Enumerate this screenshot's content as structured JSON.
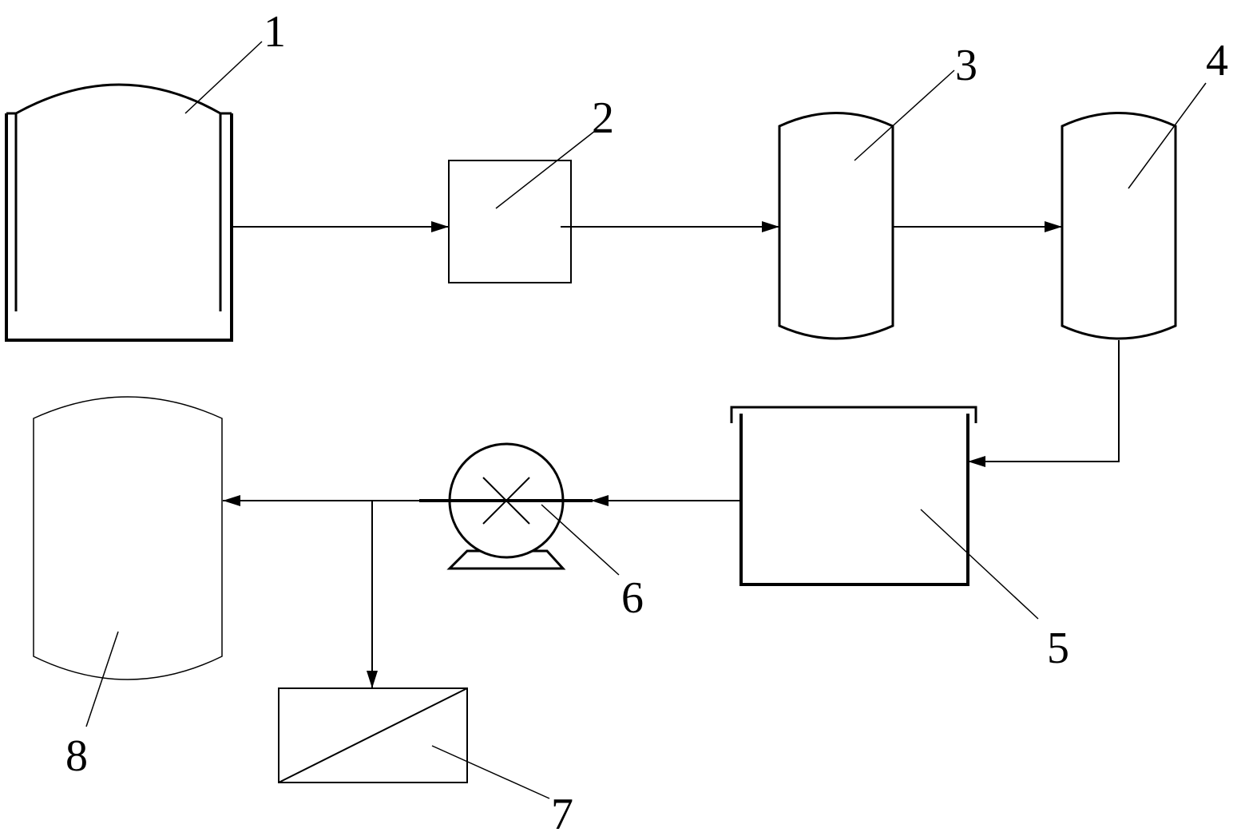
{
  "labels": {
    "n1": "1",
    "n2": "2",
    "n3": "3",
    "n4": "4",
    "n5": "5",
    "n6": "6",
    "n7": "7",
    "n8": "8"
  },
  "colors": {
    "stroke": "#000000",
    "background": "#ffffff"
  }
}
